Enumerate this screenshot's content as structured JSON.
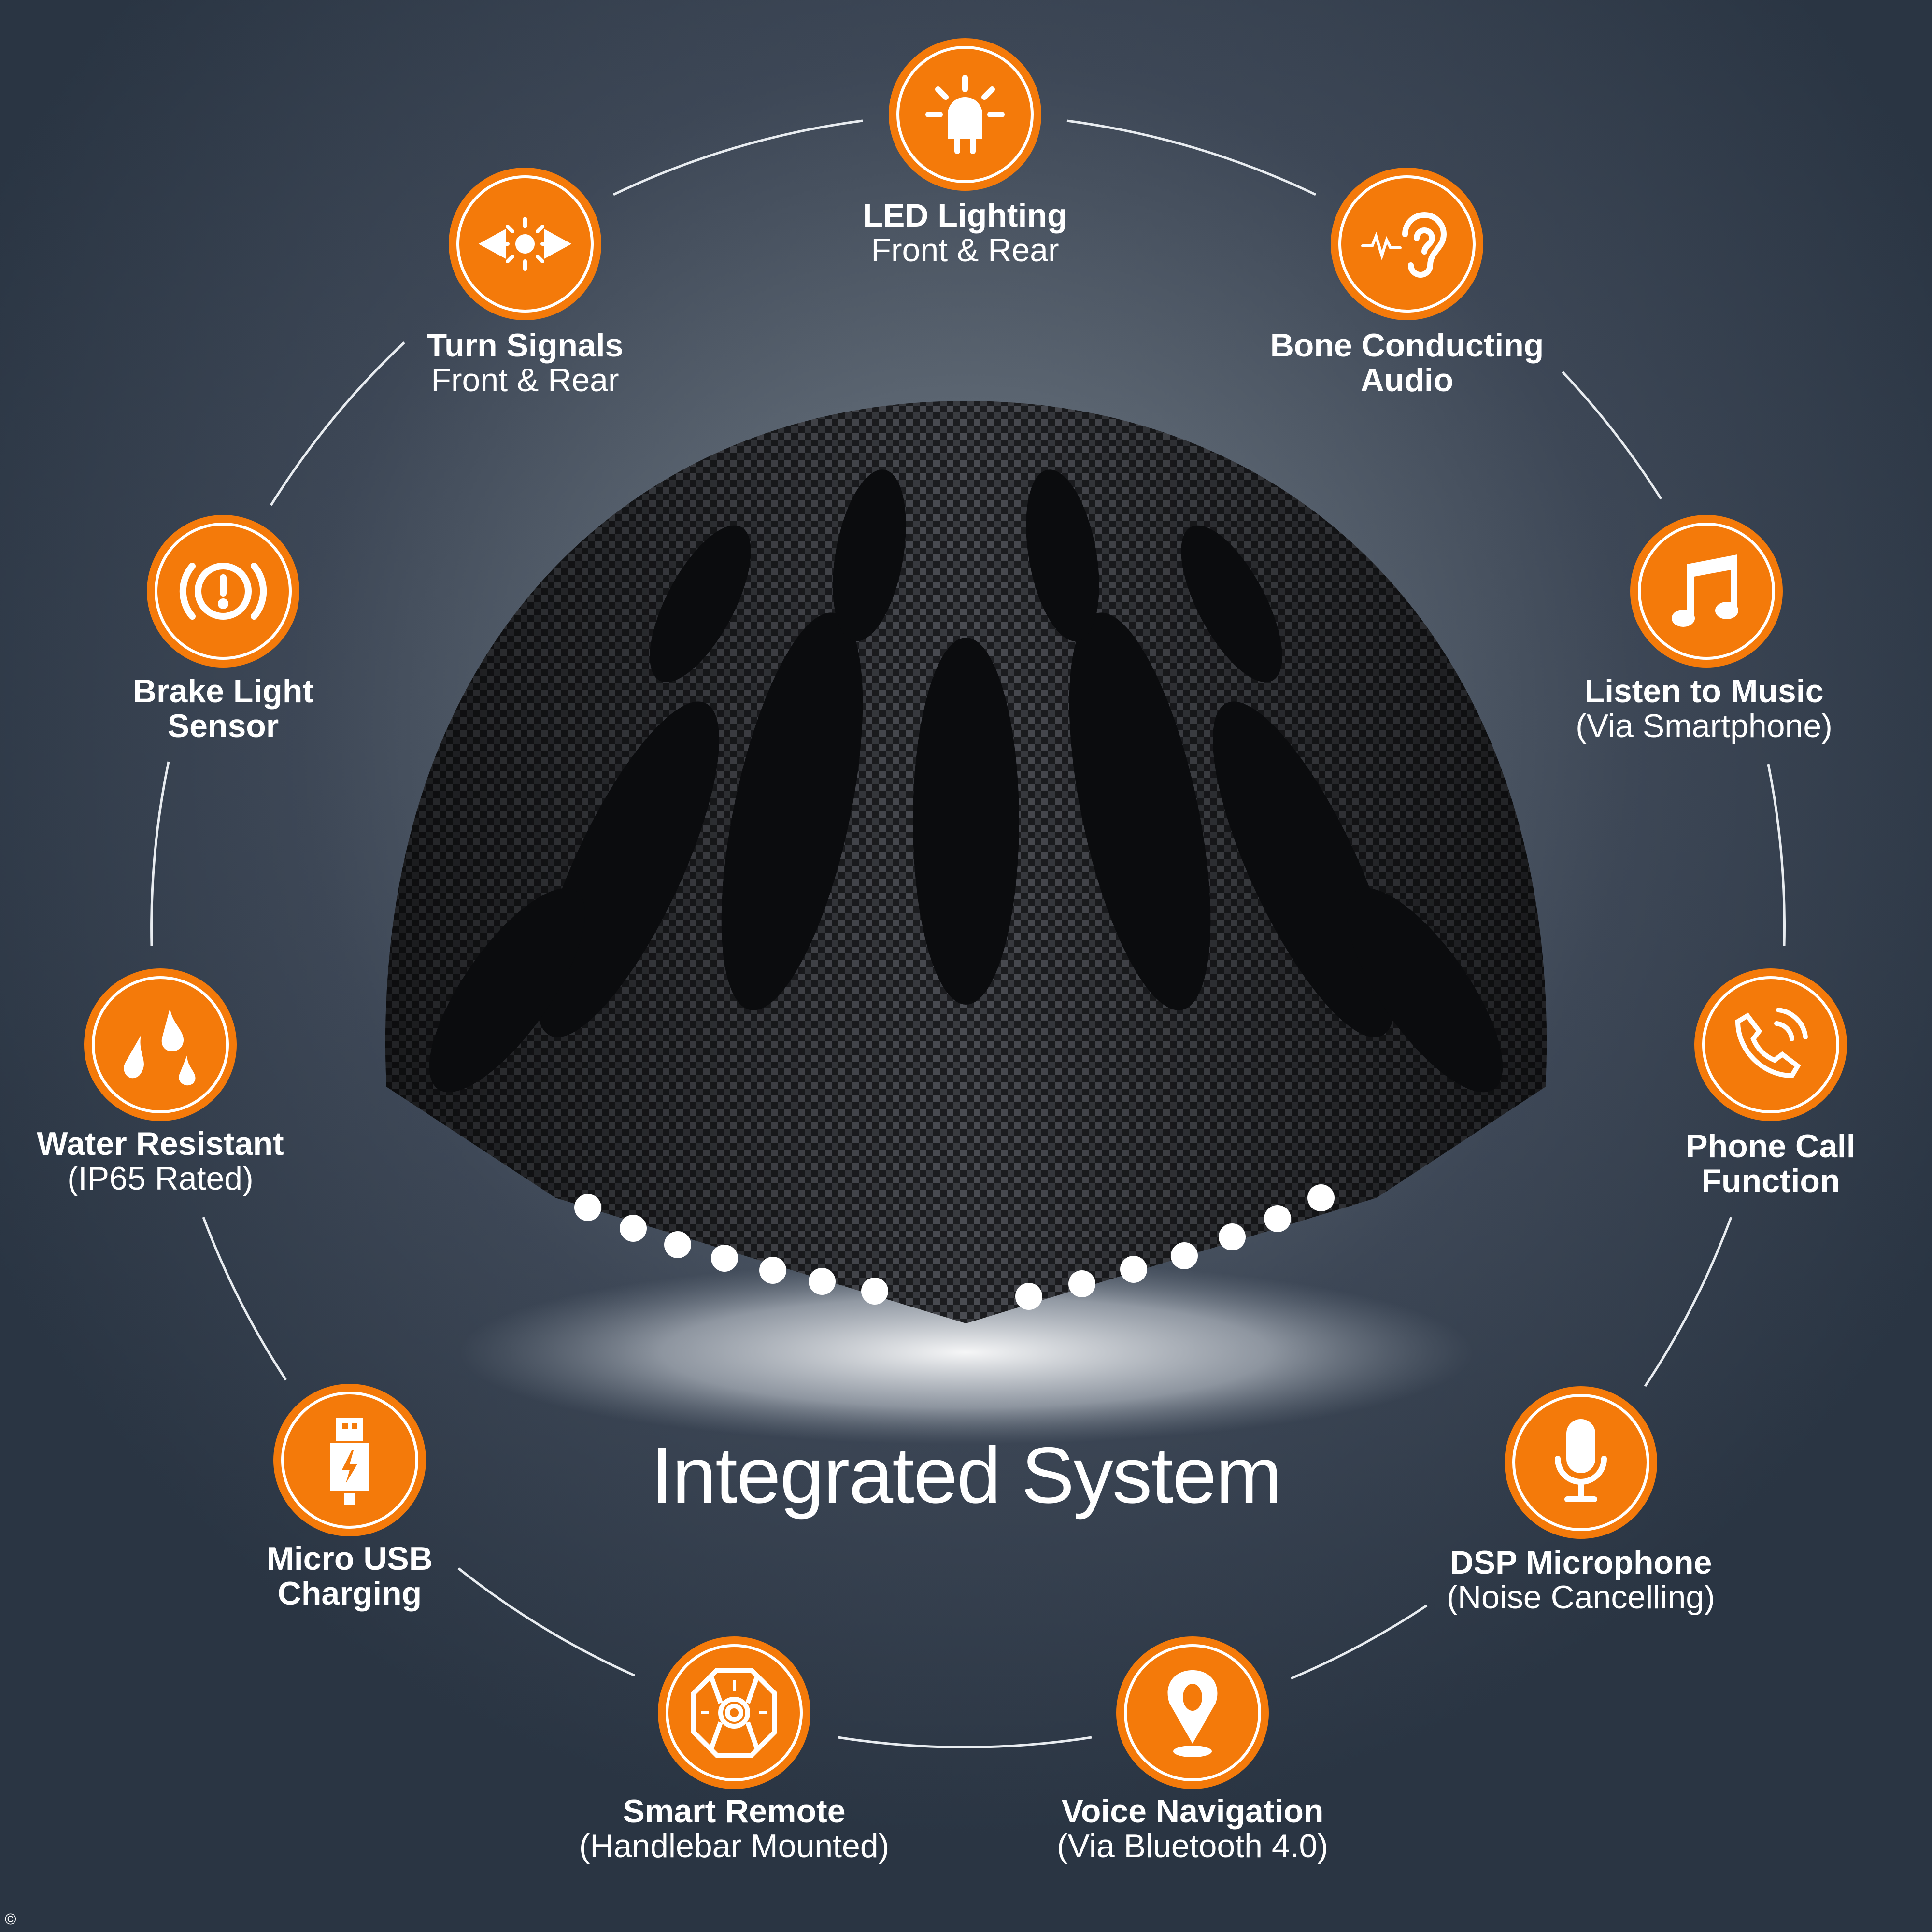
{
  "headline": "Integrated System",
  "copyright": "©",
  "accent_color": "#f47a0a",
  "features": [
    {
      "title": "LED Lighting",
      "subtitle": "Front & Rear",
      "icon": "led-light-icon"
    },
    {
      "title": "Turn Signals",
      "subtitle": "Front & Rear",
      "icon": "turn-signal-icon"
    },
    {
      "title": "Bone Conducting",
      "subtitle": "Audio",
      "icon": "ear-icon"
    },
    {
      "title": "Brake Light",
      "subtitle": "Sensor",
      "icon": "brake-warning-icon"
    },
    {
      "title": "Listen to Music",
      "subtitle": "(Via Smartphone)",
      "icon": "music-note-icon"
    },
    {
      "title": "Water Resistant",
      "subtitle": "(IP65 Rated)",
      "icon": "water-drops-icon"
    },
    {
      "title": "Phone Call",
      "subtitle": "Function",
      "icon": "phone-icon"
    },
    {
      "title": "Micro USB",
      "subtitle": "Charging",
      "icon": "usb-icon"
    },
    {
      "title": "DSP Microphone",
      "subtitle": "(Noise Cancelling)",
      "icon": "microphone-icon"
    },
    {
      "title": "Smart Remote",
      "subtitle": "(Handlebar Mounted)",
      "icon": "remote-icon"
    },
    {
      "title": "Voice Navigation",
      "subtitle": "(Via Bluetooth 4.0)",
      "icon": "location-pin-icon"
    }
  ]
}
